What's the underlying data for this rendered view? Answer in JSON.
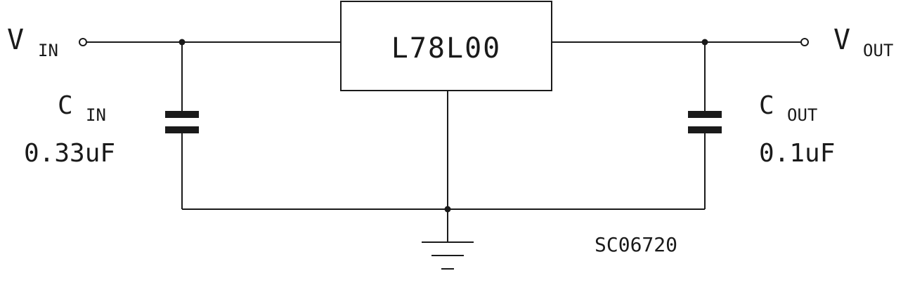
{
  "diagram": {
    "regulator": {
      "label": "L78L00"
    },
    "input": {
      "symbol": "V",
      "subscript": "IN"
    },
    "output": {
      "symbol": "V",
      "subscript": "OUT"
    },
    "cin": {
      "symbol": "C",
      "subscript": "IN",
      "value": "0.33uF"
    },
    "cout": {
      "symbol": "C",
      "subscript": "OUT",
      "value": "0.1uF"
    },
    "reference": "SC06720"
  },
  "colors": {
    "ink": "#1a1a1a",
    "background": "#ffffff"
  },
  "icons": [
    "terminal-circle-icon",
    "junction-dot-icon",
    "capacitor-icon",
    "ground-icon"
  ]
}
